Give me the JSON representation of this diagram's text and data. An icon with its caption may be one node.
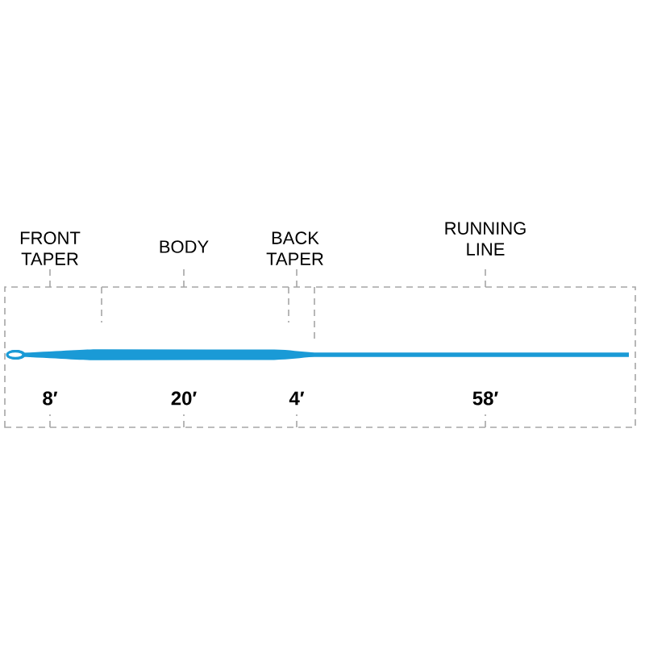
{
  "diagram": {
    "labels": [
      "FRONT TAPER",
      "BODY",
      "BACK TAPER",
      "RUNNING LINE",
      "8′",
      "20′",
      "4′",
      "58′"
    ]
  }
}
